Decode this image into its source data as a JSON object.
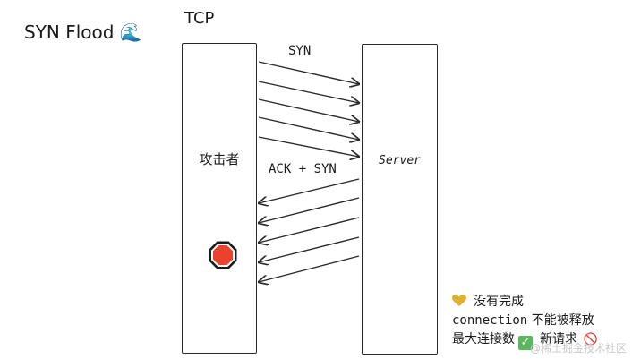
{
  "title": "SYN Flood 🌊",
  "protocol": "TCP",
  "attacker_label": "攻击者",
  "server_label": "Server",
  "syn_label": "SYN",
  "ack_syn_label": "ACK + SYN",
  "notes": {
    "line1": "没有完成",
    "line2_code": "connection",
    "line2_rest": "不能被释放",
    "line3_a": "最大连接数",
    "line3_check": "✓",
    "line3_b": "新请求",
    "line3_icon": "🚫"
  },
  "watermark": "@稀土掘金技术社区",
  "colors": {
    "stroke": "#2a2a2a",
    "stop_red": "#e8432e",
    "badge": "#e0b030",
    "check_green": "#5cb85c"
  },
  "icons": {
    "stop": "stop-sign-icon",
    "heart": "yellow-heart-icon"
  }
}
